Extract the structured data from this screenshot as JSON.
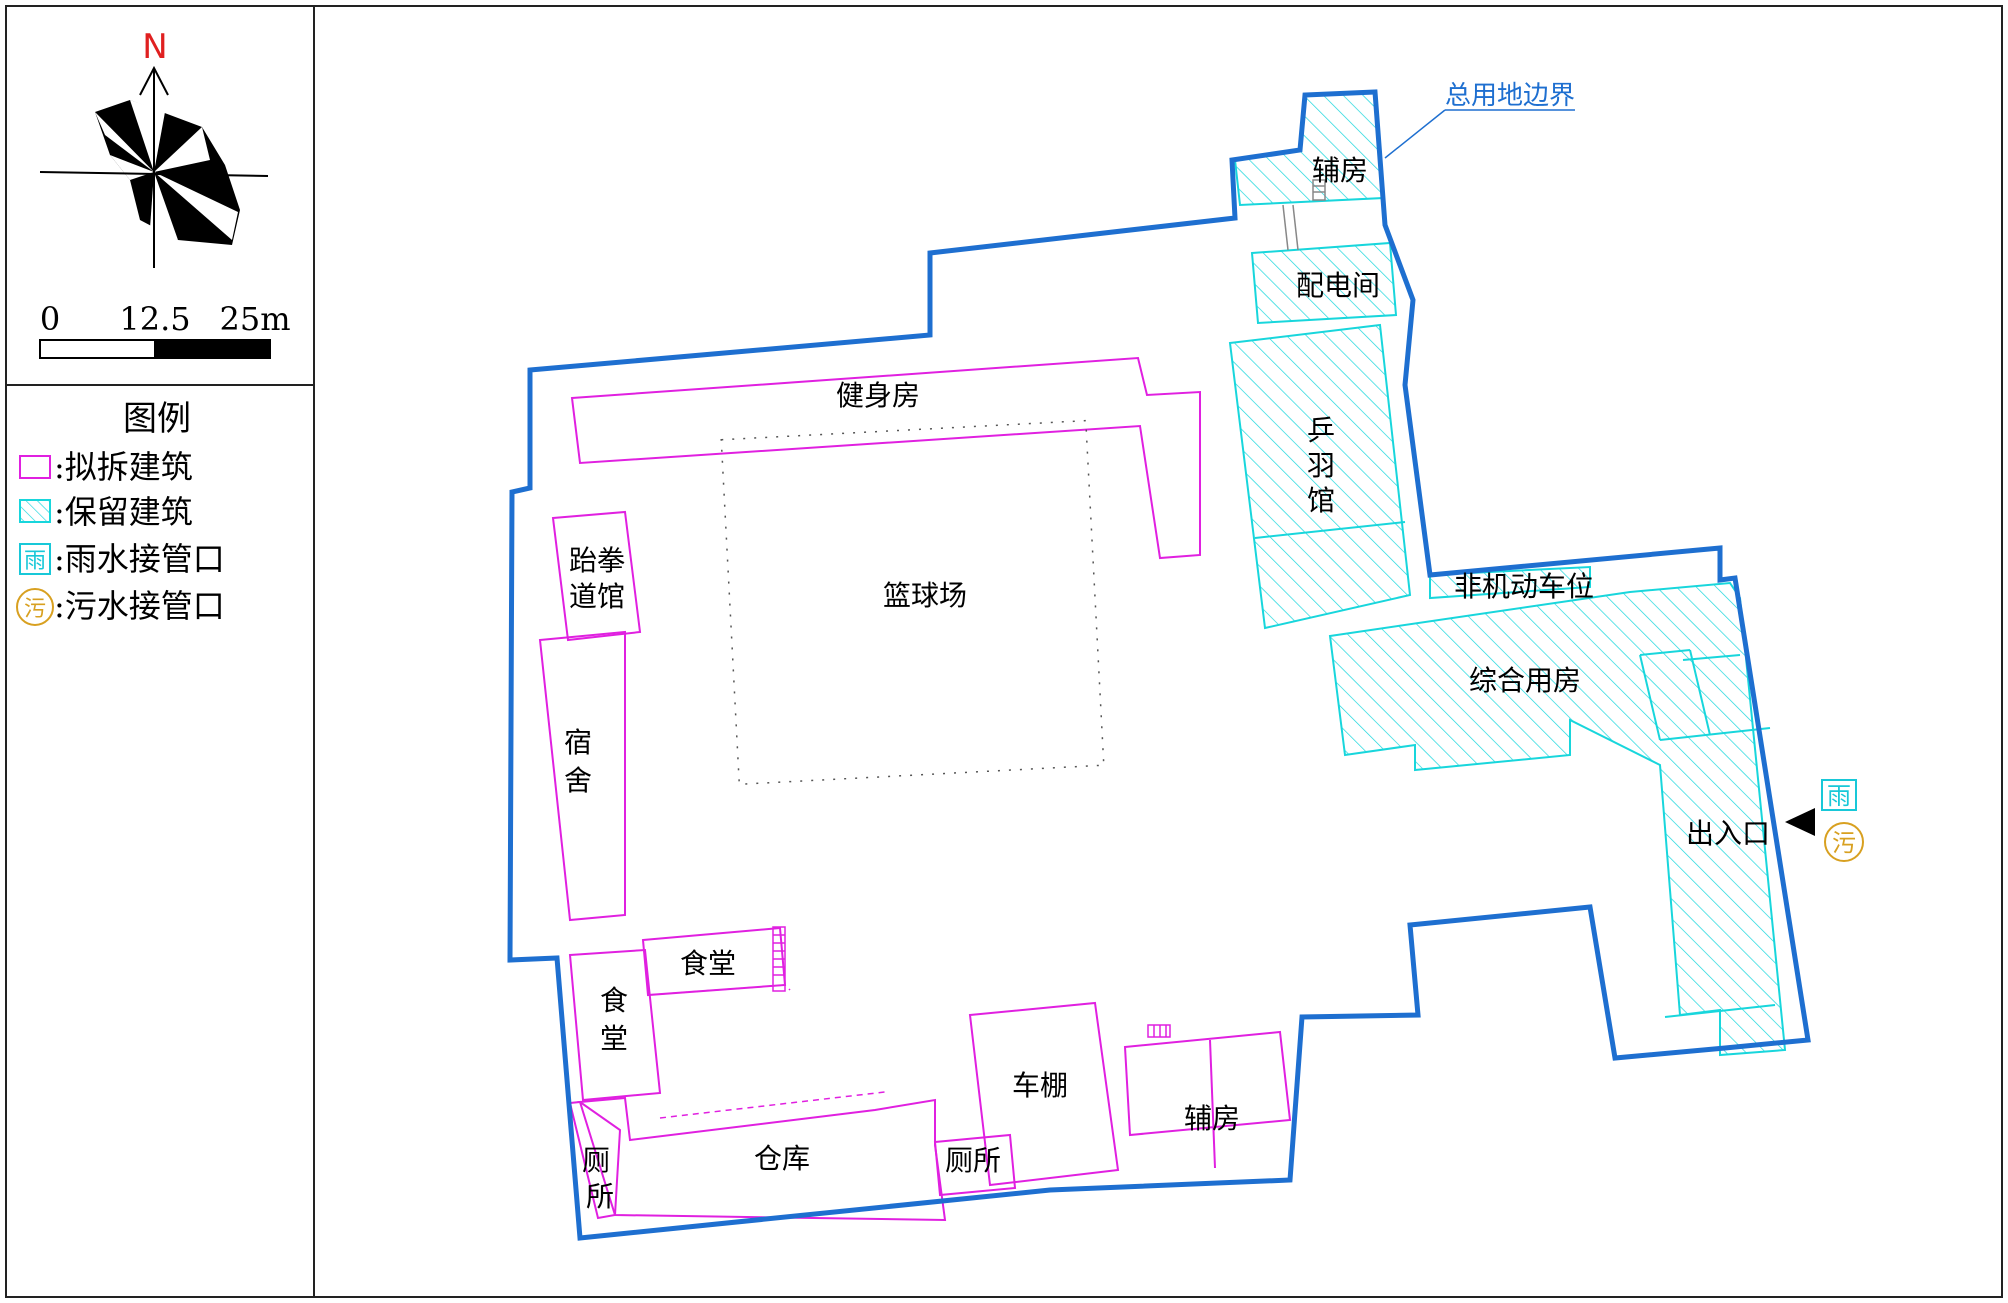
{
  "colors": {
    "boundary": "#1e6fd0",
    "demolish": "#e020e0",
    "retain": "#18d6dc",
    "rain": "#18c8d8",
    "sewage": "#d8a020",
    "north": "#e02020",
    "frame": "#222222"
  },
  "north": {
    "letter": "N"
  },
  "scale": {
    "t0": "0",
    "t1": "12.5",
    "t2": "25m"
  },
  "legend": {
    "title": "图例",
    "demolish": ":拟拆建筑",
    "retain": ":保留建筑",
    "rain": ":雨水接管口",
    "sewage": ":污水接管口",
    "rain_glyph": "雨",
    "sewage_glyph": "污"
  },
  "callout": {
    "boundary": "总用地边界"
  },
  "buildings": {
    "gym": "健身房",
    "basketball": "篮球场",
    "taekwondo_1": "跆拳",
    "taekwondo_2": "道馆",
    "dorm_1": "宿",
    "dorm_2": "舍",
    "canteen_a": "食堂",
    "canteen_b_1": "食",
    "canteen_b_2": "堂",
    "toilet_a_1": "厕",
    "toilet_a_2": "所",
    "warehouse": "仓库",
    "toilet_b": "厕所",
    "shed": "车棚",
    "annex_south": "辅房",
    "annex_north": "辅房",
    "power_room": "配电间",
    "pingpong_1": "乒",
    "pingpong_2": "羽",
    "pingpong_3": "馆",
    "bike_parking": "非机动车位",
    "multi_use": "综合用房",
    "entrance": "出入口"
  },
  "markers": {
    "rain_glyph": "雨",
    "sewage_glyph": "污"
  }
}
